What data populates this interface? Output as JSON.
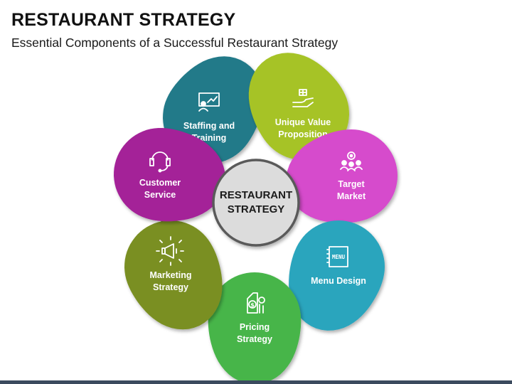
{
  "header": {
    "title": "RESTAURANT STRATEGY",
    "subtitle": "Essential Components of a Successful Restaurant Strategy"
  },
  "center": {
    "lines": [
      "RESTAURANT",
      "STRATEGY"
    ],
    "fill": "#dcdcdc",
    "border": "#5a5a5a"
  },
  "petals": [
    {
      "id": "staffing",
      "lines": [
        "Staffing and",
        "Training"
      ],
      "color": "#217a89",
      "icon": "presentation-chart-icon"
    },
    {
      "id": "unique",
      "lines": [
        "Unique Value",
        "Proposition"
      ],
      "color": "#a6c326",
      "icon": "hand-gift-icon"
    },
    {
      "id": "target",
      "lines": [
        "Target",
        "Market"
      ],
      "color": "#d64bcc",
      "icon": "target-audience-icon"
    },
    {
      "id": "menu",
      "lines": [
        "Menu Design"
      ],
      "color": "#2ca5bd",
      "icon": "menu-book-icon"
    },
    {
      "id": "pricing",
      "lines": [
        "Pricing",
        "Strategy"
      ],
      "color": "#47b549",
      "icon": "price-tag-icon"
    },
    {
      "id": "marketing",
      "lines": [
        "Marketing",
        "Strategy"
      ],
      "color": "#7a8f20",
      "icon": "megaphone-icon"
    },
    {
      "id": "customer",
      "lines": [
        "Customer",
        "Service"
      ],
      "color": "#a42298",
      "icon": "headset-icon"
    }
  ],
  "connector_color": "#4d4d4d"
}
